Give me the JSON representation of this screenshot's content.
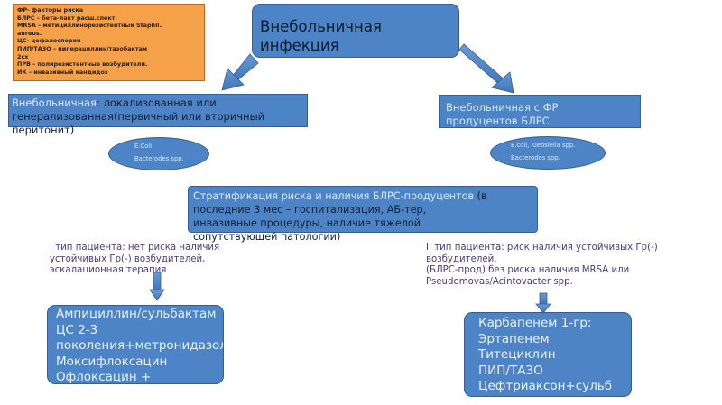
{
  "legend": {
    "lines": [
      "ФР- факторы риска",
      "БЛРС – бета-лакт расш.спект.",
      "MRSA – метициллинорезистентный Staphil.",
      "aureus.",
      "ЦС- цефалоспорин",
      "ПИП/ТАЗО – пиперациллин/тазобактам",
      "2cx",
      "ПРВ – полирезистентные возбудители.",
      "ИК – инвазивный кандидоз"
    ]
  },
  "main": {
    "title_line1": "Внебольничная",
    "title_line2": "инфекция"
  },
  "left_branch": {
    "prefix": "Внебольничная",
    "rest": ": локализованная или",
    "line2": "генерализованная(первичный или вторичный",
    "line3": "перитонит)",
    "pathogens_line1": "E.Coli",
    "pathogens_line2": "Bacterodes spp."
  },
  "right_branch": {
    "line1": "Внебольничная с ФР",
    "line2": "продуцентов БЛРС",
    "pathogens_line1": "E.coli, Klebsiella spp.",
    "pathogens_line2": "Bacterodes spp."
  },
  "stratification": {
    "line1_light": "Стратификация риска и наличия БЛРС-продуцентов",
    "line1_dark": " (в",
    "line2": "последние 3 мес – госпитализация, АБ-тер,",
    "line3": "инвазивные процедуры, наличие тяжелой",
    "line4": "сопутствующей патологии)"
  },
  "patient_type_1": {
    "line1": "I тип пациента: нет риска наличия",
    "line2": "устойчивых Гр(-) возбудителей,",
    "line3": "эскалационная терапия"
  },
  "patient_type_2": {
    "line1": "II тип пациента: риск наличия устойчивых Гр(-)",
    "line2": "возбудителей.",
    "line3": "(БЛРС-прод) без риска наличия MRSA или",
    "line4": "Pseudomovas/Acintovacter spp."
  },
  "therapy_1": {
    "lines": [
      "Ампициллин/сульбактам",
      "ЦС 2-3",
      "поколения+метронидазол",
      "Моксифлоксацин",
      "Офлоксацин +"
    ]
  },
  "therapy_2": {
    "lines": [
      "Карбапенем 1-гр:",
      "Эртапенем",
      "Титециклин",
      "ПИП/ТАЗО",
      "Цефтриаксон+сульб"
    ]
  },
  "colors": {
    "box_fill": "#4d84c6",
    "legend_fill": "#f5a14a",
    "patient_text": "#4b3a78"
  }
}
